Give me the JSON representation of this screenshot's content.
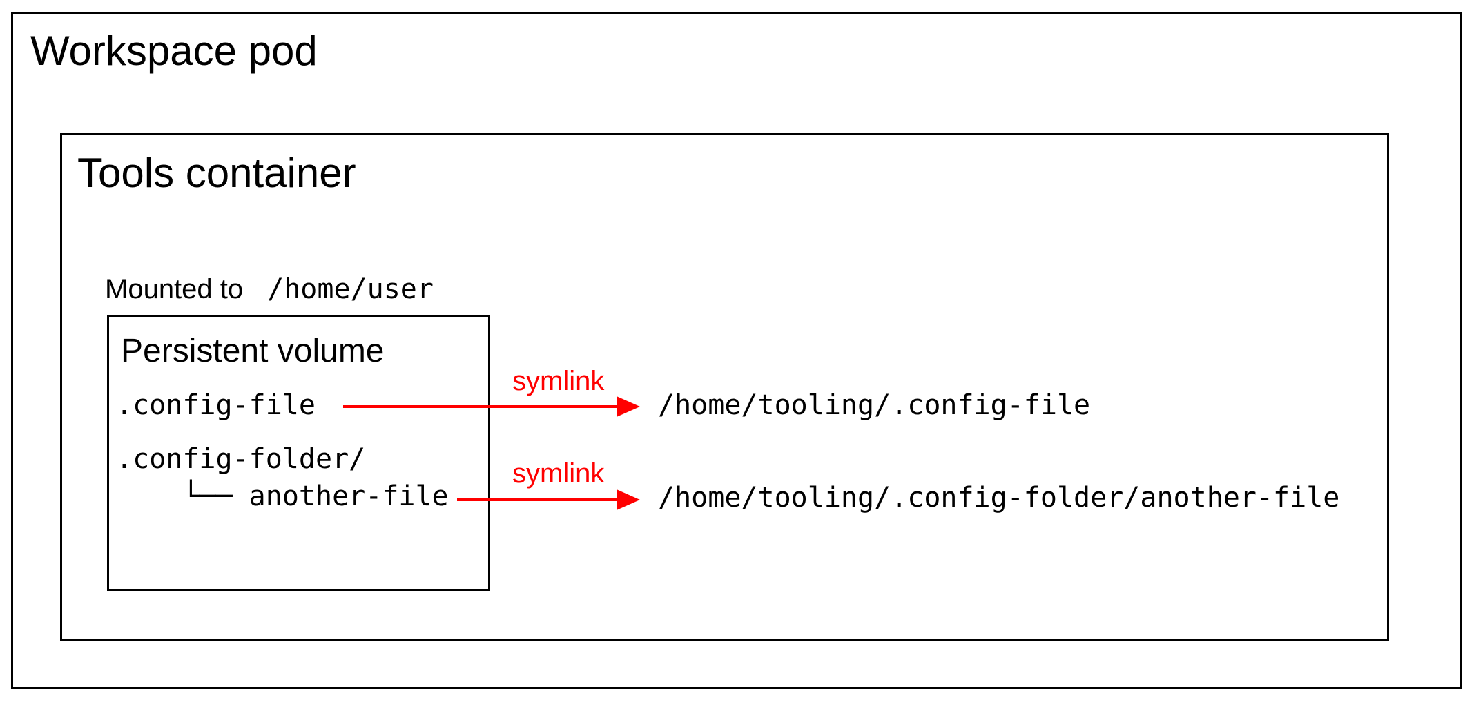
{
  "colors": {
    "symlink_red": "#ff0000",
    "box_border": "#000000",
    "background": "#ffffff"
  },
  "workspace_pod": {
    "title": "Workspace pod"
  },
  "tools_container": {
    "title": "Tools container"
  },
  "mount": {
    "label": "Mounted to",
    "path": "/home/user"
  },
  "persistent_volume": {
    "title": "Persistent volume",
    "entries": [
      ".config-file",
      ".config-folder/",
      "    └── another-file"
    ]
  },
  "symlinks": [
    {
      "label": "symlink",
      "target": "/home/tooling/.config-file"
    },
    {
      "label": "symlink",
      "target": "/home/tooling/.config-folder/another-file"
    }
  ]
}
